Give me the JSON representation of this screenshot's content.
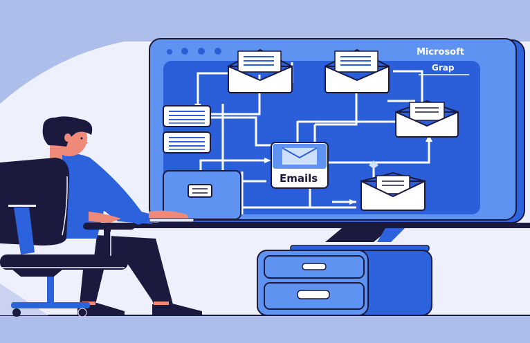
{
  "illustration": {
    "description": "Person sitting at a desk computer viewing an email workflow diagram",
    "monitor": {
      "title_line1": "Microsoft",
      "title_line2": "Grap",
      "window_dots": 4
    },
    "diagram": {
      "central_node_label": "Emails",
      "envelope_nodes": 4,
      "document_nodes": 2,
      "small_window_nodes": 1
    },
    "colors": {
      "background": "#aebeea",
      "floor_light": "#eef1fb",
      "monitor_frame": "#5f93f2",
      "screen": "#2a5fd9",
      "outline": "#1b1a3e",
      "accent_blue": "#2d62dd",
      "skin": "#f08a78",
      "white": "#ffffff"
    }
  }
}
